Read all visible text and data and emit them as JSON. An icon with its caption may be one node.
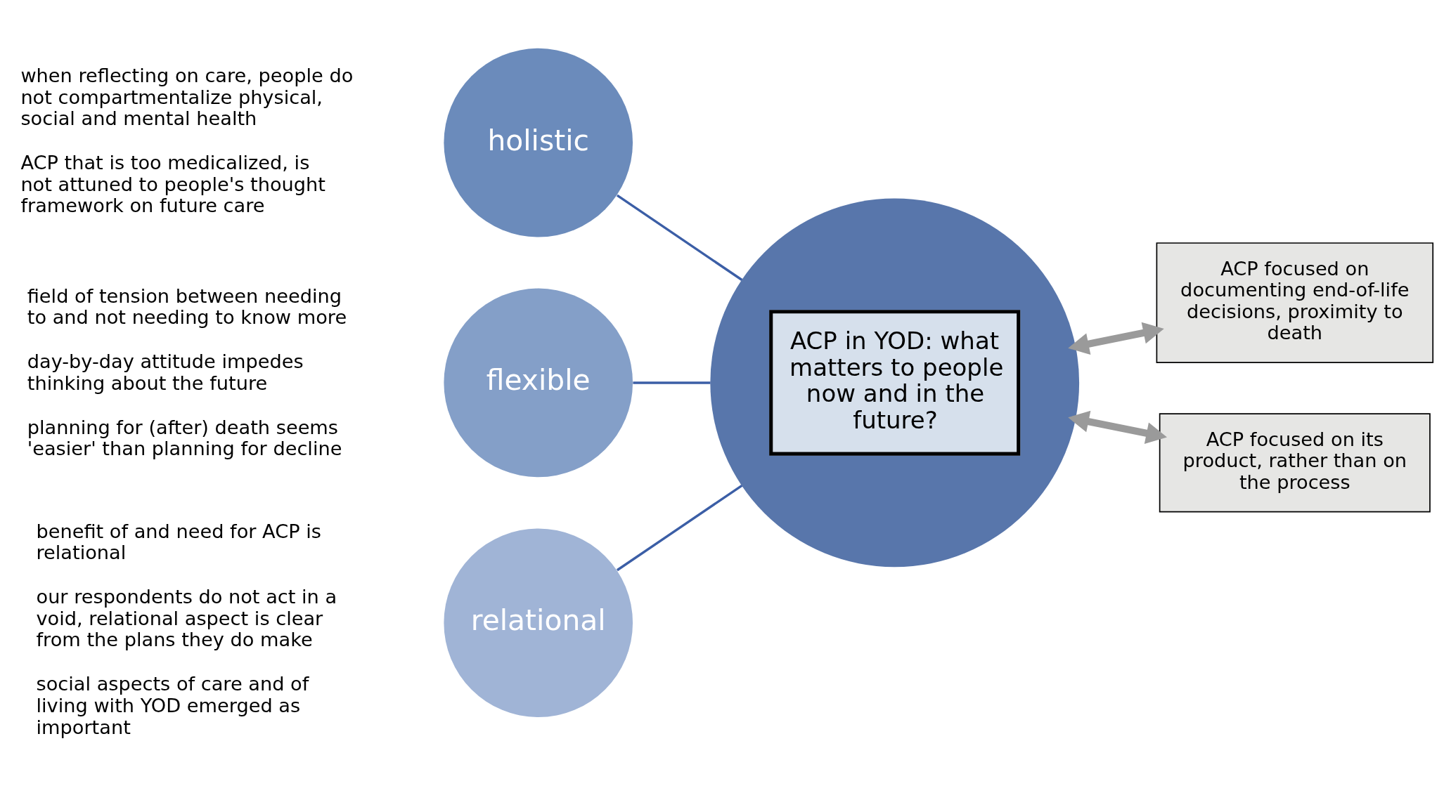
{
  "diagram": {
    "nodes": [
      {
        "text": [
          "holistic"
        ],
        "beside": [
          "when reflecting on care, people do not compartmentalize physical, social and mental health",
          "ACP that is too medicalized, is not attuned to people's thought framework on future care"
        ]
      },
      {
        "text": [
          "flexible"
        ],
        "beside": [
          "field of tension between needing to and not needing to know more",
          "day-by-day attitude impedes thinking about the future",
          "planning for (after) death seems 'easier' than planning for decline"
        ]
      },
      {
        "text": [
          "relational"
        ],
        "beside": [
          "benefit of and need for ACP is relational",
          "our respondents do not act in a void, relational aspect is clear from the plans they do make",
          "social aspects of care and of living with YOD emerged as important"
        ]
      },
      {
        "text": [],
        "shape": "circle"
      },
      {
        "text": [
          "ACP in YOD: what matters to people now and in the future?"
        ],
        "in": 3
      },
      {
        "text": [
          "ACP focused on documenting end-of-life decisions, proximity to death"
        ]
      },
      {
        "text": [
          "ACP focused on its product, rather than on the process"
        ]
      }
    ],
    "edges": [
      {
        "from": 0,
        "to": 3,
        "arrow": "none"
      },
      {
        "from": 1,
        "to": 3,
        "arrow": "none"
      },
      {
        "from": 2,
        "to": 3,
        "arrow": "none"
      },
      {
        "from": 3,
        "to": 5,
        "arrow": "both",
        "style": "thick",
        "color": "#9a9a9a"
      },
      {
        "from": 3,
        "to": 6,
        "arrow": "both",
        "style": "thick",
        "color": "#9a9a9a"
      }
    ]
  }
}
